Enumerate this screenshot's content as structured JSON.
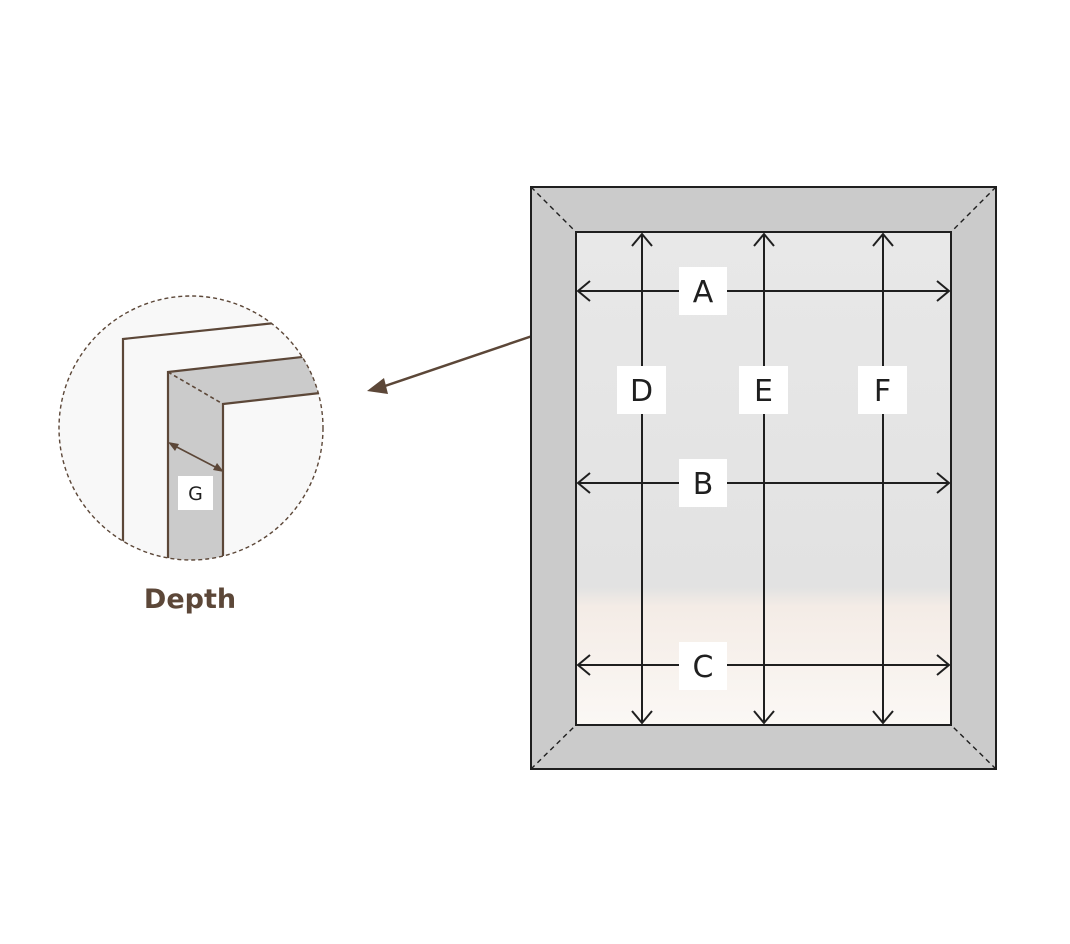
{
  "labels": {
    "a": "A",
    "b": "B",
    "c": "C",
    "d": "D",
    "e": "E",
    "f": "F",
    "g": "G"
  },
  "caption": "Depth",
  "colors": {
    "frame_fill": "#cbcbcb",
    "glass_fill": "#e6e6e6",
    "line": "#1f1f1f",
    "detail_line": "#5c4738",
    "arrow": "#5c4738",
    "caption": "#5c4738",
    "label_box": "#ffffff"
  }
}
